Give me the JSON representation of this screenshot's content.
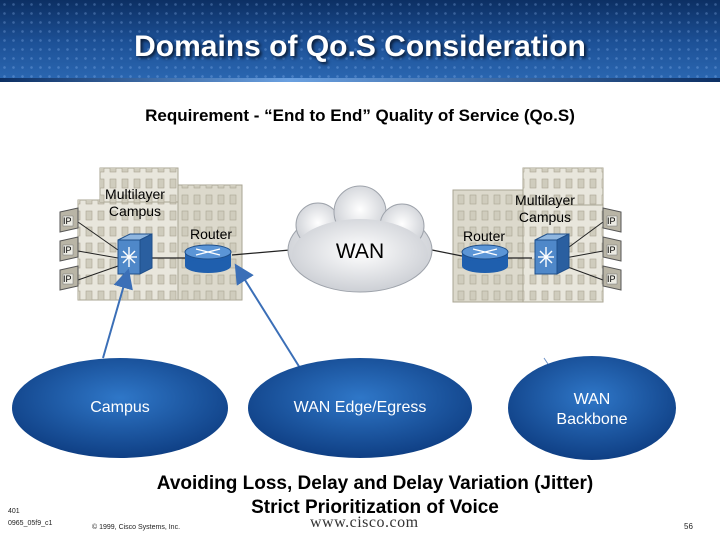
{
  "slide": {
    "title": "Domains of Qo.S Consideration",
    "subtitle": "Requirement - “End to End” Quality of Service (Qo.S)"
  },
  "diagram": {
    "left_campus_label": "Multilayer\nCampus",
    "right_campus_label": "Multilayer\nCampus",
    "left_router_label": "Router",
    "right_router_label": "Router",
    "wan_label": "WAN",
    "ip_label": "IP",
    "domains": {
      "campus": "Campus",
      "wan_edge": "WAN Edge/Egress",
      "wan_backbone": "WAN\nBackbone"
    }
  },
  "bottom_text": {
    "line1": "Avoiding Loss, Delay and Delay Variation (Jitter)",
    "line2": "Strict Prioritization of Voice"
  },
  "footer": {
    "code_line1": "401",
    "code_line2": "0965_05f9_c1",
    "copyright": "© 1999, Cisco Systems, Inc.",
    "website": "www.cisco.com",
    "page_number": "56"
  },
  "colors": {
    "header_dark": "#0c2f63",
    "header_light": "#2a66b0",
    "ellipse_fill": "#1f5fae",
    "building": "#e8e6dc",
    "router_blue": "#2f6fb5",
    "arrow": "#3b6fb7"
  },
  "icons": [
    "ip-phone-icon",
    "multilayer-switch-icon",
    "router-icon",
    "cloud-icon",
    "building-icon"
  ]
}
